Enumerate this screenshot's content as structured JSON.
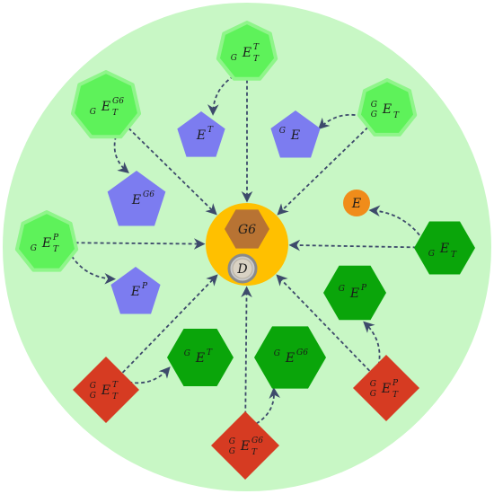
{
  "colors": {
    "background_disc": "#c8f7c5",
    "hub": "#ffc000",
    "heptagon_fill": "#5ef25a",
    "heptagon_stroke": "#8ff58a",
    "hexagon_dark": "#0aa50a",
    "pentagon": "#7c7cf0",
    "diamond": "#d63b22",
    "orange_circle": "#f08c1a",
    "g6_hexagon": "#b87333",
    "d_circle": "#c9c9c9",
    "edge": "#3d4a6b"
  },
  "nodes": {
    "hub": {
      "shape": "circle"
    },
    "g6": {
      "shape": "hexagon",
      "label": {
        "main": "G6",
        "parts": []
      }
    },
    "d": {
      "shape": "circle",
      "label": {
        "main": "D",
        "parts": []
      }
    },
    "top": {
      "shape": "heptagon",
      "label": {
        "pre": "G",
        "main": "E",
        "sup": "T",
        "sub": "T"
      }
    },
    "upper_left": {
      "shape": "heptagon",
      "label": {
        "pre": "G",
        "main": "E",
        "sup": "G6",
        "sub": "T"
      }
    },
    "upper_right": {
      "shape": "heptagon",
      "label": {
        "presup": "G",
        "pre": "G",
        "main": "E",
        "sub": "T"
      }
    },
    "left": {
      "shape": "heptagon",
      "label": {
        "pre": "G",
        "main": "E",
        "sup": "P",
        "sub": "T"
      }
    },
    "pent_et": {
      "shape": "pentagon",
      "label": {
        "main": "E",
        "sup": "T"
      }
    },
    "pent_ge": {
      "shape": "pentagon",
      "label": {
        "presup": "G",
        "main": "E"
      }
    },
    "pent_eg6": {
      "shape": "pentagon",
      "label": {
        "main": "E",
        "sup": "G6"
      }
    },
    "pent_ep": {
      "shape": "pentagon",
      "label": {
        "main": "E",
        "sup": "P"
      }
    },
    "e_circle": {
      "shape": "circle",
      "label": {
        "main": "E"
      }
    },
    "hex_right": {
      "shape": "hexagon",
      "label": {
        "pre": "G",
        "main": "E",
        "sub": "T"
      }
    },
    "hex_gep": {
      "shape": "hexagon",
      "label": {
        "presup": "G",
        "main": "E",
        "sup": "P"
      }
    },
    "hex_get": {
      "shape": "hexagon",
      "label": {
        "presup": "G",
        "main": "E",
        "sup": "T"
      }
    },
    "hex_geg6": {
      "shape": "hexagon",
      "label": {
        "presup": "G",
        "main": "E",
        "sup": "G6"
      }
    },
    "dia_left": {
      "shape": "diamond",
      "label": {
        "presup": "G",
        "pre": "G",
        "main": "E",
        "sup": "T",
        "sub": "T"
      }
    },
    "dia_bottom": {
      "shape": "diamond",
      "label": {
        "presup": "G",
        "pre": "G",
        "main": "E",
        "sup": "G6",
        "sub": "T"
      }
    },
    "dia_right": {
      "shape": "diamond",
      "label": {
        "presup": "G",
        "pre": "G",
        "main": "E",
        "sup": "P",
        "sub": "T"
      }
    }
  },
  "edges": [
    {
      "from": "top",
      "to": "hub"
    },
    {
      "from": "top",
      "to": "pent_et"
    },
    {
      "from": "upper_left",
      "to": "hub"
    },
    {
      "from": "upper_left",
      "to": "pent_eg6"
    },
    {
      "from": "upper_right",
      "to": "hub"
    },
    {
      "from": "upper_right",
      "to": "pent_ge"
    },
    {
      "from": "left",
      "to": "hub"
    },
    {
      "from": "left",
      "to": "pent_ep"
    },
    {
      "from": "hex_right",
      "to": "hub"
    },
    {
      "from": "hex_right",
      "to": "e_circle"
    },
    {
      "from": "dia_left",
      "to": "hub"
    },
    {
      "from": "dia_left",
      "to": "hex_get"
    },
    {
      "from": "dia_bottom",
      "to": "hub"
    },
    {
      "from": "dia_bottom",
      "to": "hex_geg6"
    },
    {
      "from": "dia_right",
      "to": "hub"
    },
    {
      "from": "dia_right",
      "to": "hex_gep"
    }
  ]
}
